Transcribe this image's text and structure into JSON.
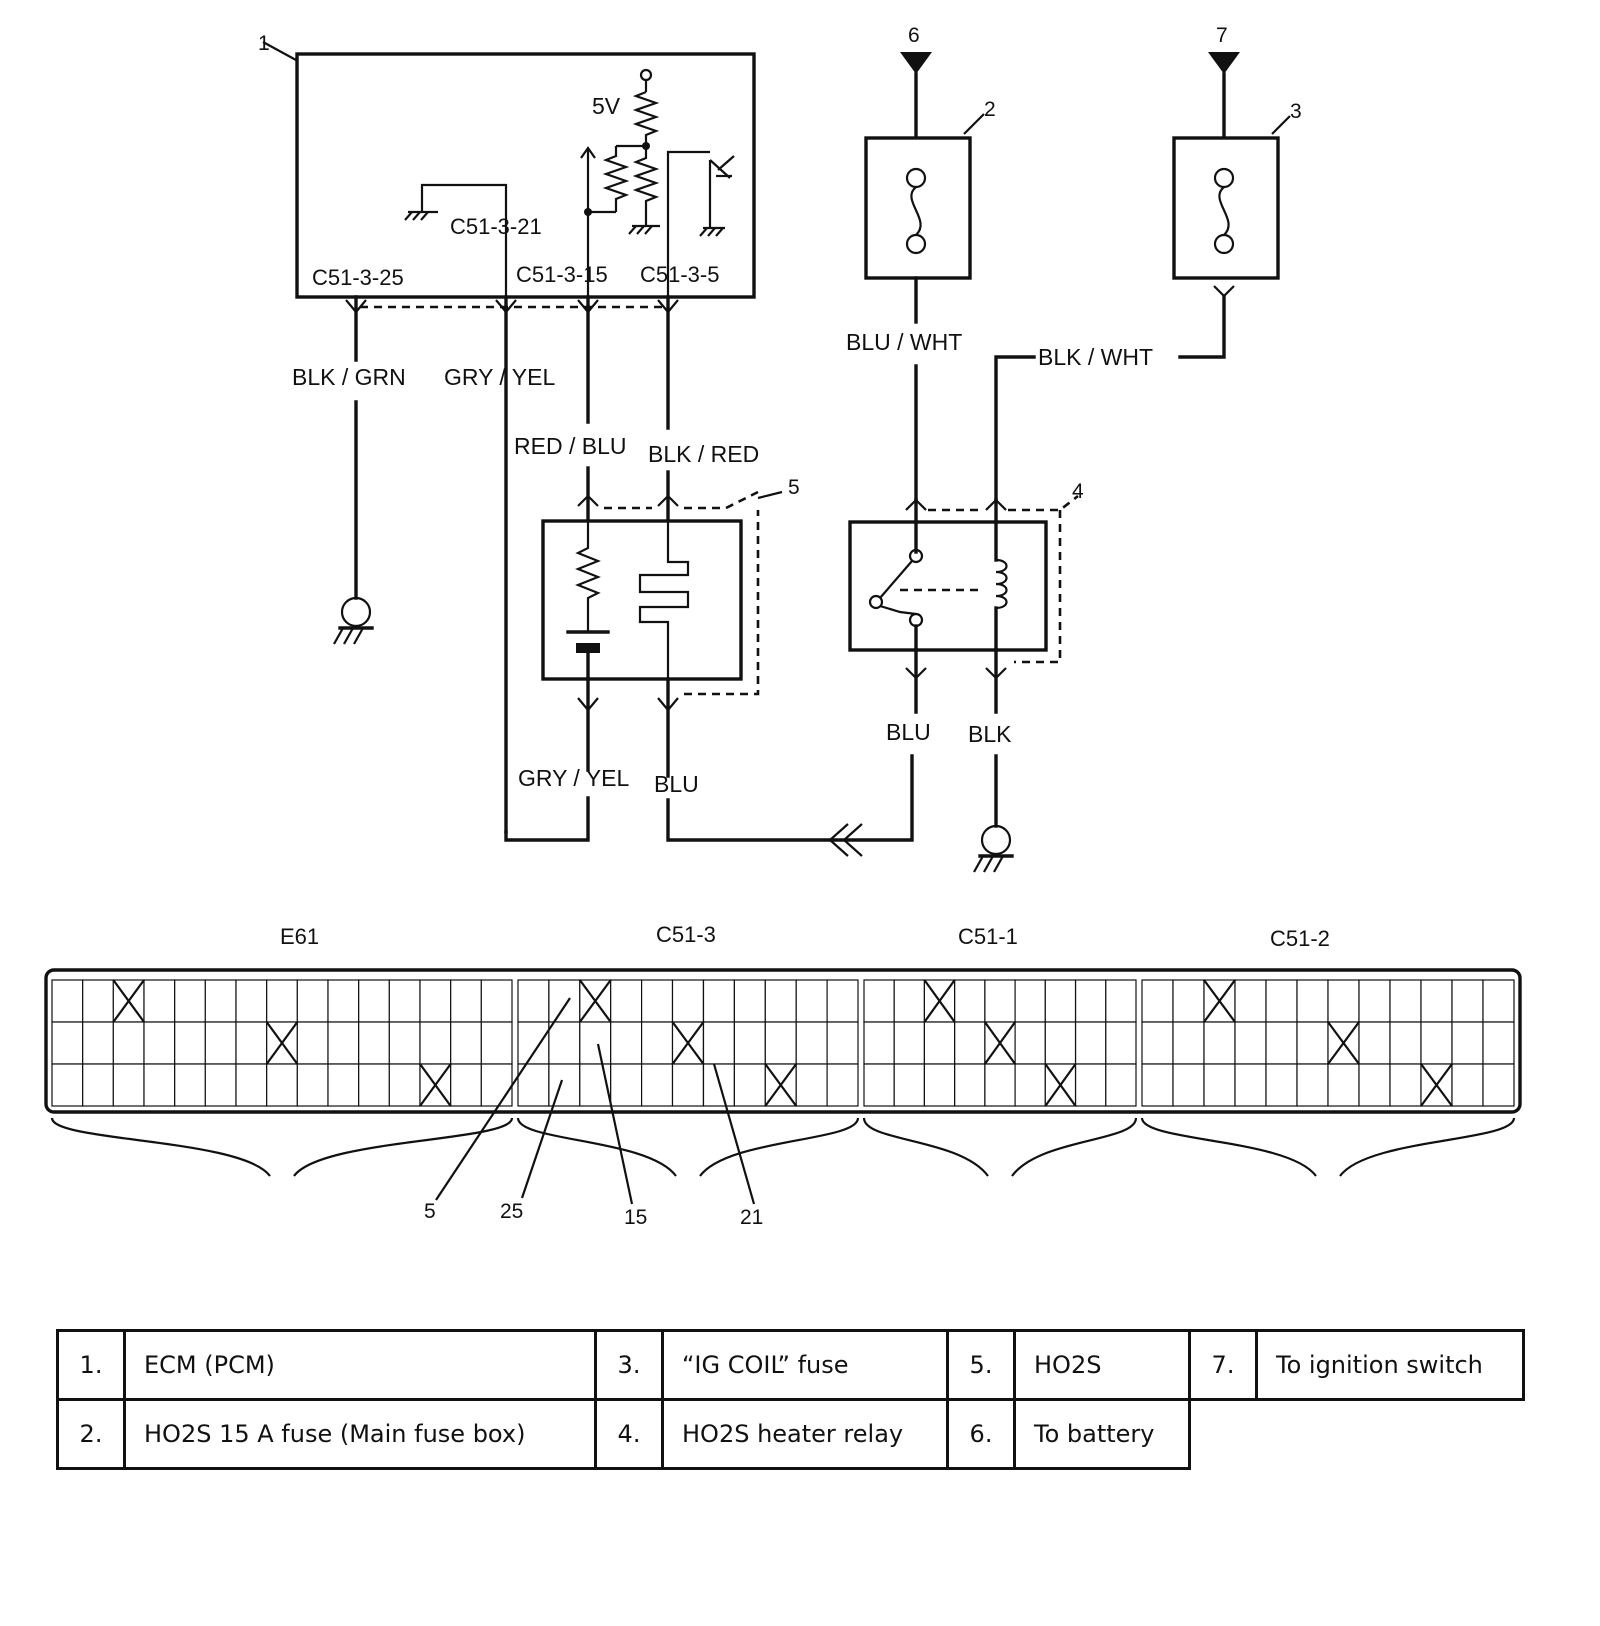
{
  "labels": {
    "component_numbers": [
      "1",
      "2",
      "3",
      "4",
      "5",
      "6",
      "7"
    ],
    "voltage": "5V",
    "ecm_terminals": [
      "C51-3-21",
      "C51-3-25",
      "C51-3-15",
      "C51-3-5"
    ],
    "wires": {
      "blk_grn": "BLK / GRN",
      "gry_yel_top": "GRY / YEL",
      "red_blu": "RED / BLU",
      "blk_red": "BLK / RED",
      "gry_yel_bottom": "GRY / YEL",
      "blu_bottom": "BLU",
      "blu_wht": "BLU / WHT",
      "blk_wht": "BLK / WHT",
      "blu_relay": "BLU",
      "blk_relay": "BLK"
    },
    "connectors": [
      "E61",
      "C51-3",
      "C51-1",
      "C51-2"
    ],
    "pin_callouts": [
      "5",
      "25",
      "15",
      "21"
    ]
  },
  "legend": [
    [
      {
        "num": "1.",
        "text": "ECM (PCM)"
      },
      {
        "num": "3.",
        "text": "“IG COIL” fuse"
      },
      {
        "num": "5.",
        "text": "HO2S"
      },
      {
        "num": "7.",
        "text": "To ignition switch"
      }
    ],
    [
      {
        "num": "2.",
        "text": "HO2S 15 A fuse (Main fuse box)"
      },
      {
        "num": "4.",
        "text": "HO2S heater relay"
      },
      {
        "num": "6.",
        "text": "To battery"
      }
    ]
  ]
}
